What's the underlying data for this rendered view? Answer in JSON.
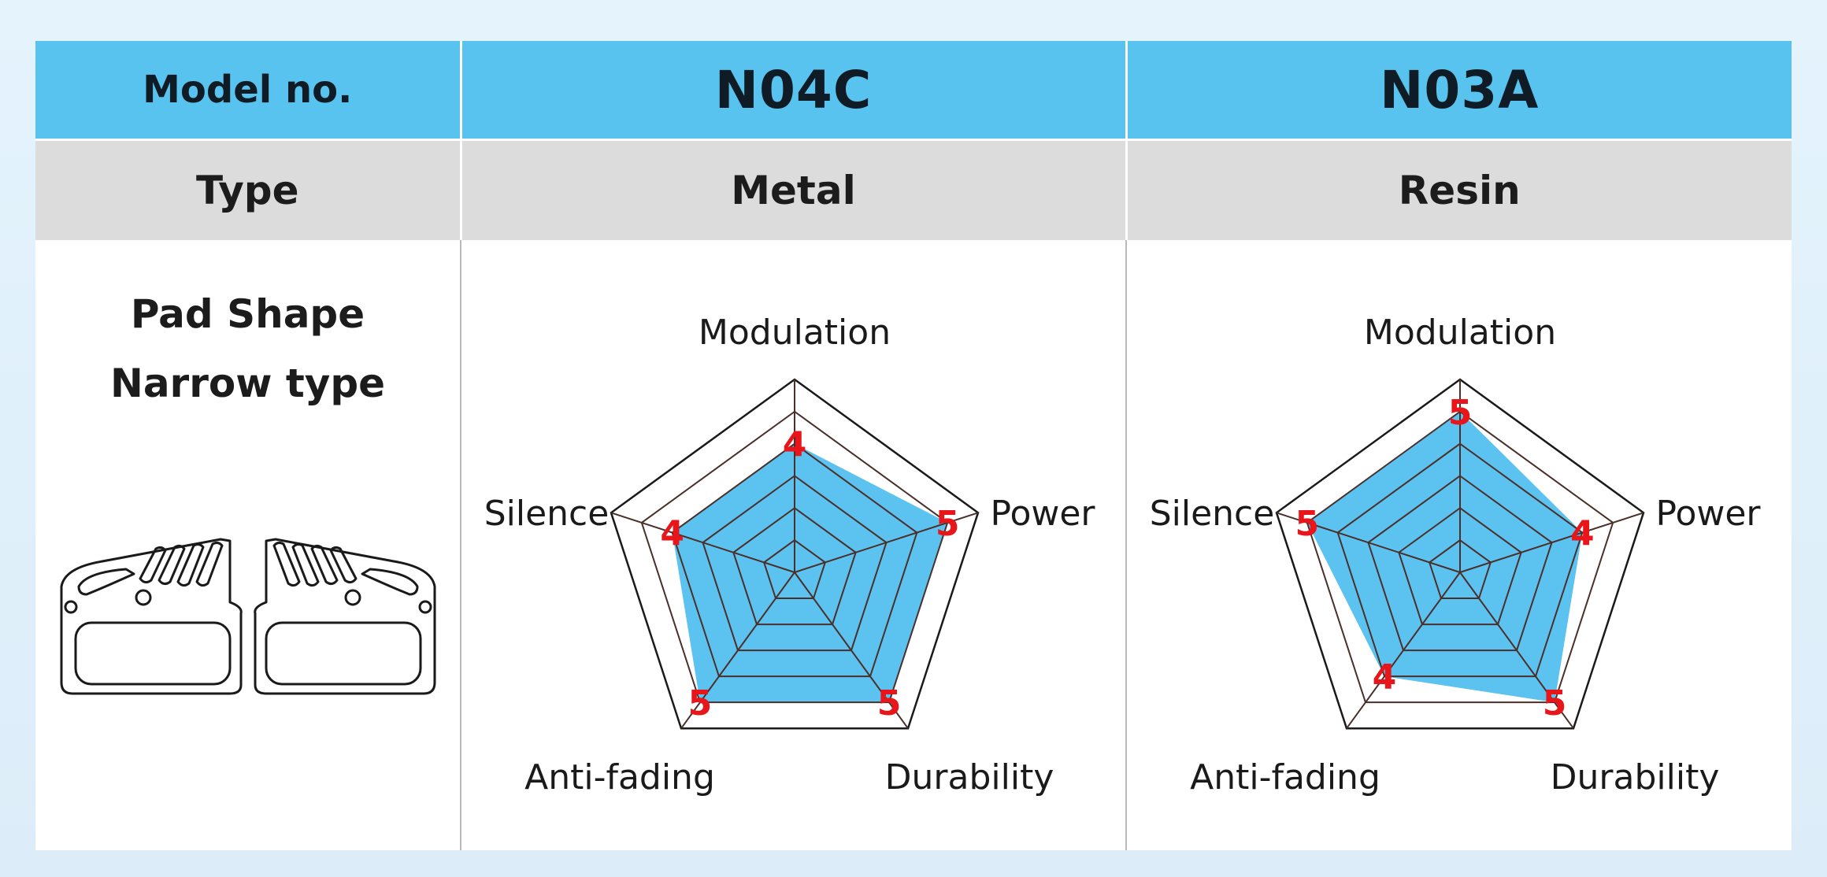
{
  "table": {
    "header_label": "Model no.",
    "type_label": "Type",
    "shape_line1": "Pad Shape",
    "shape_line2": "Narrow type"
  },
  "colors": {
    "header_bg": "#57c3ee",
    "type_bg": "#dcdcdc",
    "radar_fill": "#5cc2ef",
    "value_label": "#e8151b"
  },
  "pad_icon": "brake-pad-pair-icon",
  "chart_data": [
    {
      "type": "radar",
      "model": "N04C",
      "pad_type": "Metal",
      "axes": [
        "Modulation",
        "Power",
        "Durability",
        "Anti-fading",
        "Silence"
      ],
      "values": [
        4,
        5,
        5,
        5,
        4
      ],
      "value_labels": [
        "4",
        "5",
        "5",
        "5",
        "4"
      ],
      "range": [
        0,
        5
      ],
      "grid_rings": 6,
      "grid": true
    },
    {
      "type": "radar",
      "model": "N03A",
      "pad_type": "Resin",
      "axes": [
        "Modulation",
        "Power",
        "Durability",
        "Anti-fading",
        "Silence"
      ],
      "values": [
        5,
        4,
        5,
        4,
        5
      ],
      "value_labels": [
        "5",
        "4",
        "5",
        "4",
        "5"
      ],
      "range": [
        0,
        5
      ],
      "grid_rings": 6,
      "grid": true
    }
  ]
}
